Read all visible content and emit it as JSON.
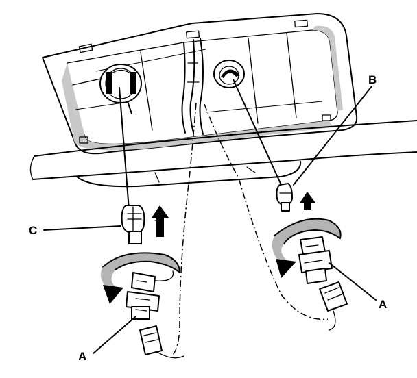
{
  "figure": {
    "callouts": {
      "a_left": "A",
      "a_right": "A",
      "b": "B",
      "c": "C"
    },
    "parts": [
      "license-plate-light-housing",
      "bulb",
      "bulb-socket",
      "harness-connector"
    ],
    "colors": {
      "line": "#000000",
      "shade": "#c8c8c8",
      "background": "#ffffff"
    }
  }
}
